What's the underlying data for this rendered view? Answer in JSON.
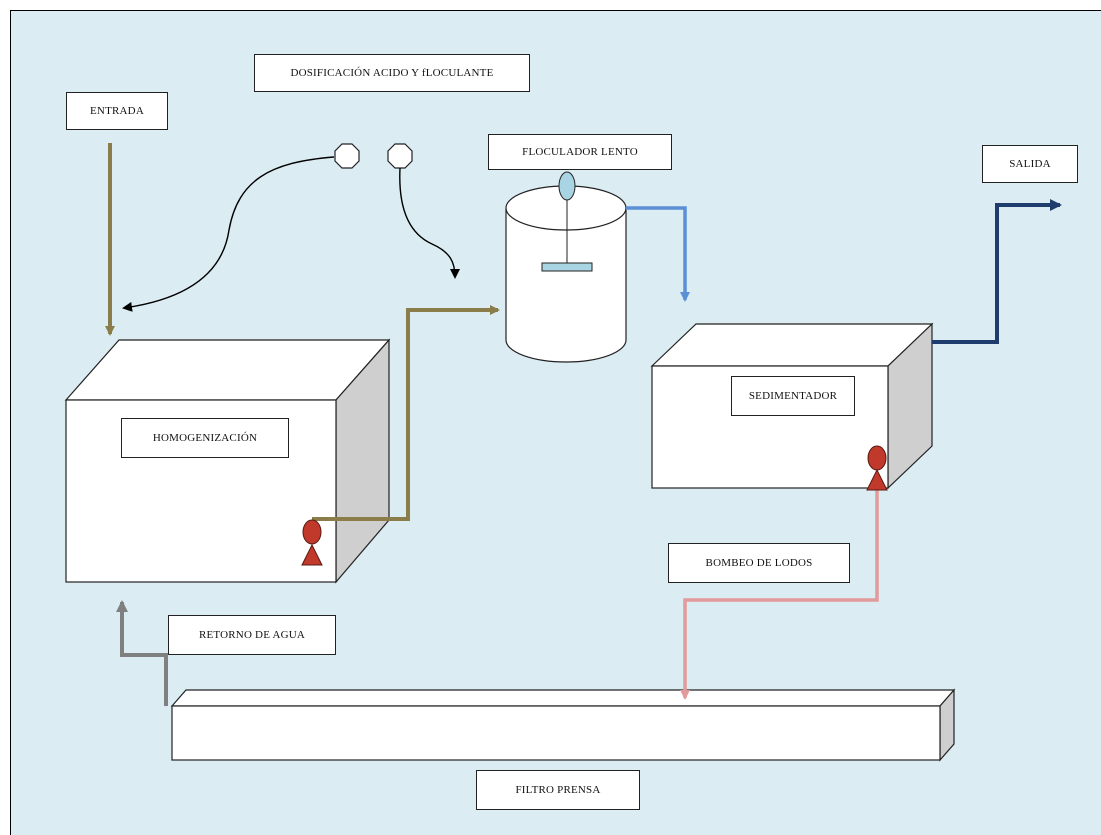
{
  "labels": {
    "dosificacion": "DOSIFICACIÓN ACIDO Y fLOCULANTE",
    "entrada": "ENTRADA",
    "floculador": "FLOCULADOR  LENTO",
    "salida": "SALIDA",
    "homogenizacion": "HOMOGENIZACIÓN",
    "sedimentador": "SEDIMENTADOR",
    "bombeo": "BOMBEO DE LODOS",
    "retorno": "RETORNO DE AGUA",
    "filtro": "FILTRO PRENSA"
  },
  "colors": {
    "background": "#dbecf3",
    "influent_line": "#8b7d4a",
    "floculator_outlet": "#5b8fd6",
    "effluent_line": "#1f3c6e",
    "sludge_line": "#e39a9a",
    "return_line": "#808080",
    "pump": "#c0392b",
    "tank_side": "#cfcfcf"
  }
}
